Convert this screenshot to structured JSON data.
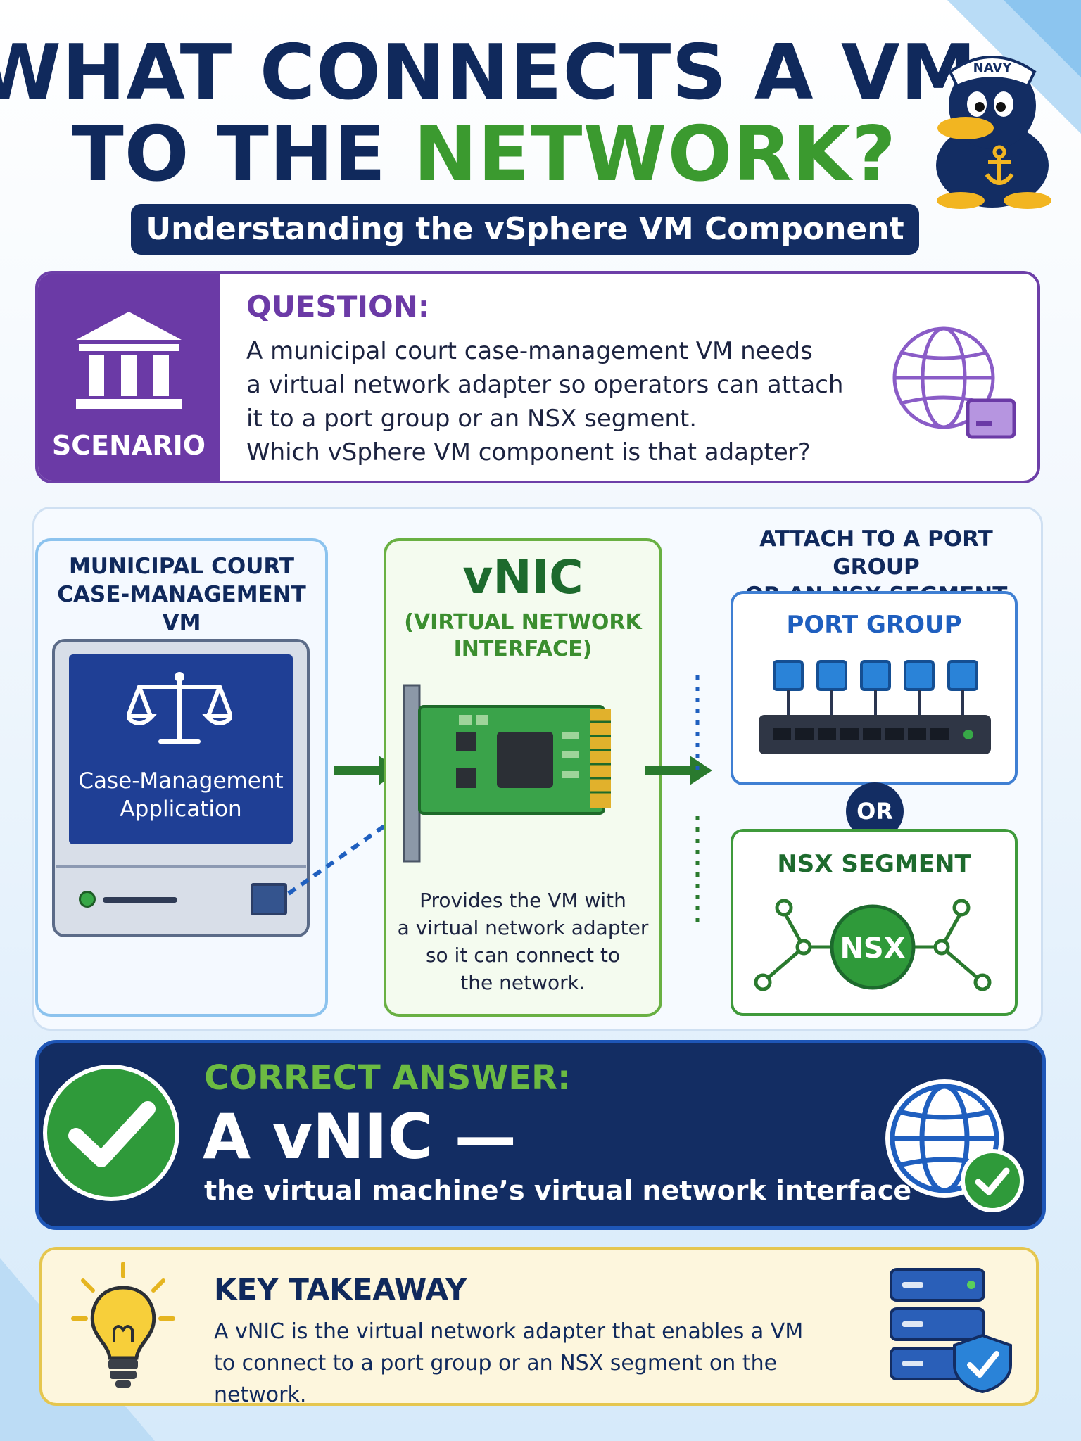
{
  "title": {
    "line1": "WHAT CONNECTS A VM",
    "line2_prefix": "TO THE ",
    "line2_highlight": "NETWORK?",
    "subtitle": "Understanding the vSphere VM Component"
  },
  "mascot": {
    "hat_text": "NAVY",
    "icon": "navy-duck-mascot"
  },
  "scenario": {
    "label": "SCENARIO",
    "icon": "courthouse-icon",
    "question_heading": "QUESTION:",
    "question_lines": [
      "A municipal court case-management VM needs",
      "a virtual network adapter so operators can attach",
      "it to a port group or an NSX segment.",
      "Which vSphere VM component is that adapter?"
    ],
    "side_icon": "globe-network-icon"
  },
  "diagram": {
    "vm": {
      "title_lines": [
        "MUNICIPAL COURT",
        "CASE-MANAGEMENT VM"
      ],
      "screen_lines": [
        "Case-Management",
        "Application"
      ],
      "icon": "scales-of-justice-icon"
    },
    "vnic": {
      "title": "vNIC",
      "subtitle_lines": [
        "(VIRTUAL NETWORK",
        "INTERFACE)"
      ],
      "description_lines": [
        "Provides the VM with",
        "a virtual network adapter",
        "so it can connect to",
        "the network."
      ],
      "icon": "network-card-icon"
    },
    "attach": {
      "title_lines": [
        "ATTACH TO A PORT GROUP",
        "OR AN NSX SEGMENT"
      ],
      "port_group_label": "PORT GROUP",
      "or_label": "OR",
      "nsx_label": "NSX SEGMENT",
      "nsx_node_text": "NSX"
    }
  },
  "answer": {
    "heading": "CORRECT ANSWER:",
    "main": "A vNIC —",
    "sub": "the virtual machine’s virtual network interface"
  },
  "takeaway": {
    "heading": "KEY TAKEAWAY",
    "lines": [
      "A vNIC is the virtual network adapter that enables a VM",
      "to connect to a port group or an NSX segment on the network."
    ]
  },
  "colors": {
    "navy": "#132d63",
    "green": "#3b9a2f",
    "purple": "#6b3aa6",
    "blue": "#1f5fbf",
    "yellow": "#e5c64f"
  }
}
